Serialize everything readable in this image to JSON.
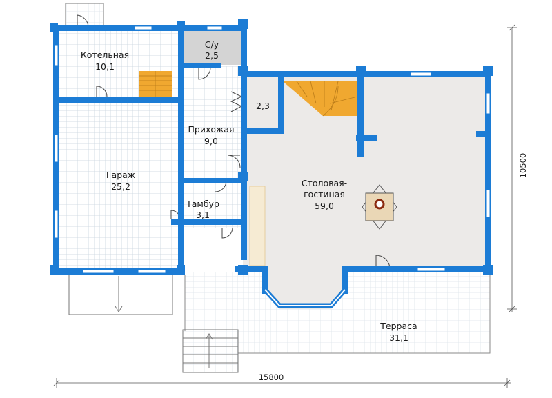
{
  "rooms": {
    "boiler": {
      "name": "Котельная",
      "area": "10,1"
    },
    "wc": {
      "name": "С/у",
      "area": "2,5"
    },
    "closet": {
      "name": "",
      "area": "2,3"
    },
    "hall": {
      "name": "Прихожая",
      "area": "9,0"
    },
    "garage": {
      "name": "Гараж",
      "area": "25,2"
    },
    "vestibule": {
      "name": "Тамбур",
      "area": "3,1"
    },
    "living": {
      "name_line1": "Столовая-",
      "name_line2": "гостиная",
      "area": "59,0"
    },
    "terrace": {
      "name": "Терраса",
      "area": "31,1"
    }
  },
  "dimensions": {
    "width": "15800",
    "height": "10500"
  },
  "colors": {
    "wall": "#1c7cd5",
    "floor_grid": "#c9d4de",
    "living_floor": "#eceae8",
    "wc_floor": "#d4d4d4",
    "stairs": "#f0a830",
    "hearth": "#ead7b6"
  }
}
